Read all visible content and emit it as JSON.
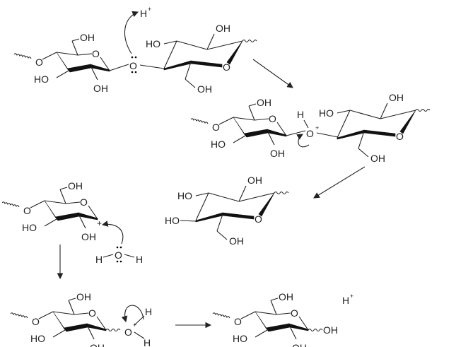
{
  "title": "Acid-catalysed hydrolysis of a glycosidic bond",
  "labels": {
    "oh": "OH",
    "ho": "HO",
    "o": "O",
    "h": "H",
    "plus": "+",
    "proton": "H",
    "proton_charge": "+"
  },
  "steps": [
    {
      "name": "protonation",
      "description_label": "H+"
    },
    {
      "name": "protonated-glycoside"
    },
    {
      "name": "carbocation-and-water"
    },
    {
      "name": "released-sugar"
    },
    {
      "name": "water-attack"
    },
    {
      "name": "hemiacetal-product"
    }
  ]
}
